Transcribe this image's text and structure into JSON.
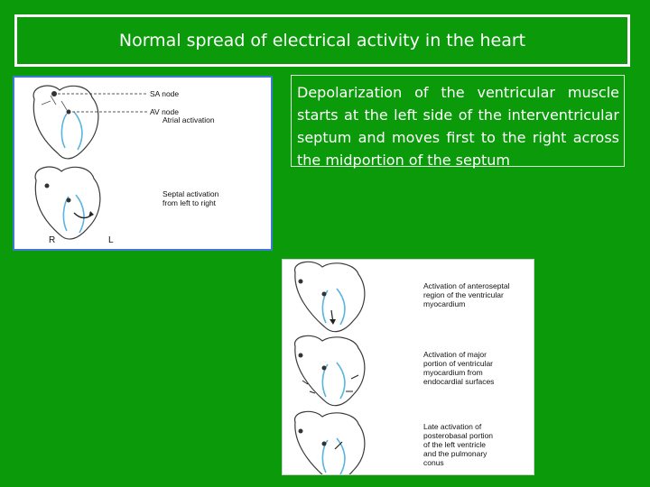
{
  "title": "Normal spread of electrical activity in the heart",
  "description": "Depolarization of the ventricular muscle starts at the left side of the interventricular septum and moves first to the right across the midportion of the septum",
  "figure_top": {
    "sa_node": "SA node",
    "av_node": "AV node",
    "atrial_activation": "Atrial activation",
    "septal_activation": "Septal activation\nfrom left to right",
    "right_label": "R",
    "left_label": "L"
  },
  "figure_bottom": {
    "anteroseptal": "Activation of anteroseptal\nregion of the ventricular\nmyocardium",
    "major_portion": "Activation of major\nportion of ventricular\nmyocardium from\nendocardial surfaces",
    "late_activation": "Late activation of\nposterobasal portion\nof the left ventricle\nand the pulmonary\nconus"
  },
  "colors": {
    "background": "#0a9a0a",
    "border": "#ffffff",
    "heart_outline": "#3a3a3a",
    "endocardium": "#59b4e0"
  }
}
